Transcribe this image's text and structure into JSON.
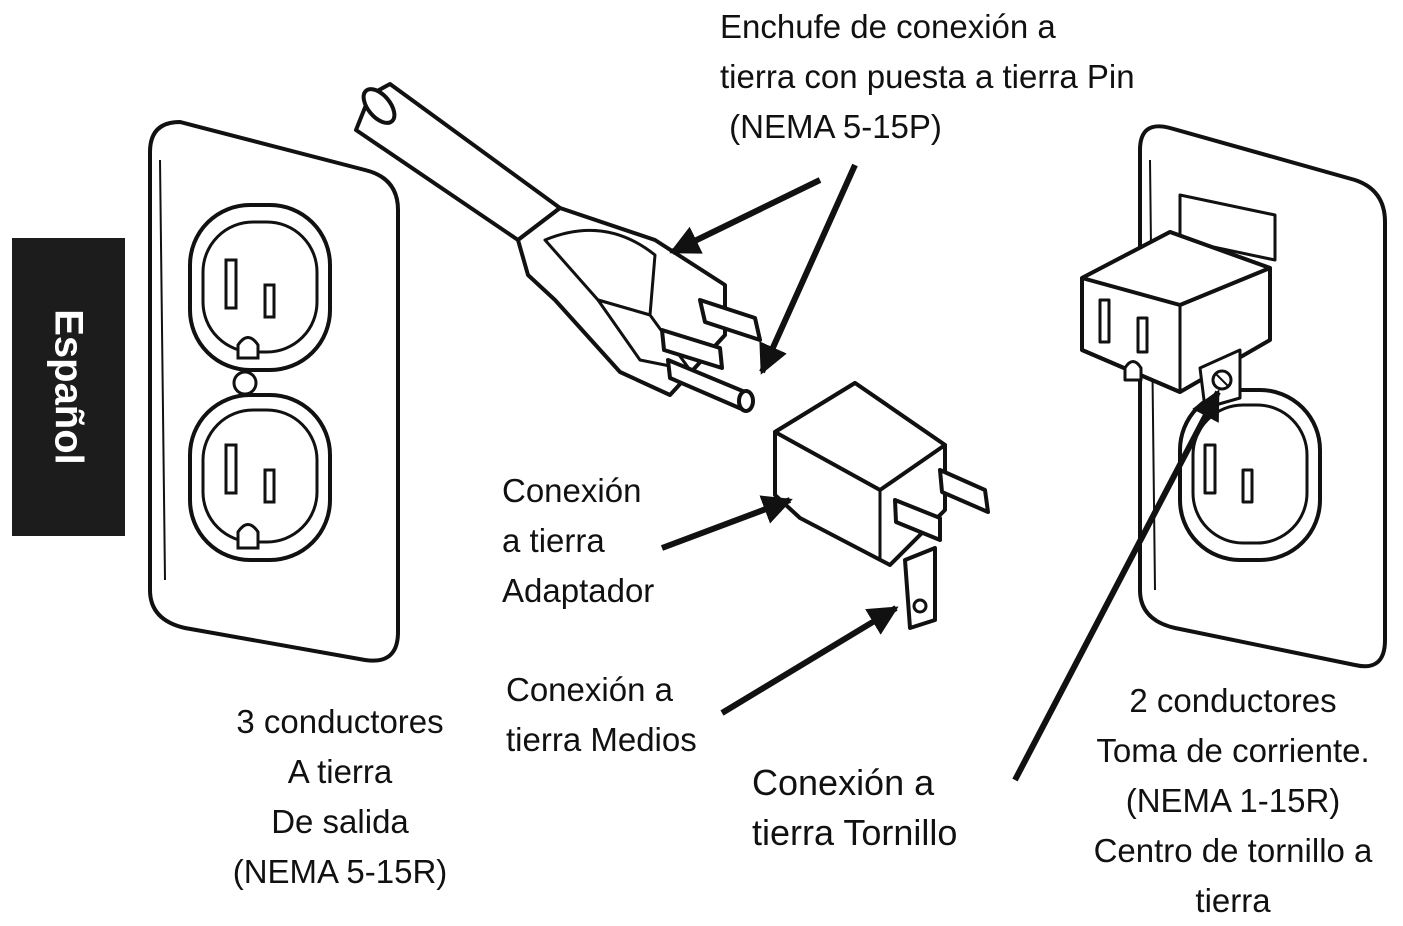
{
  "language_tab": "Español",
  "labels": {
    "grounding_plug": [
      "Enchufe de conexión a",
      "tierra con puesta a tierra Pin",
      " (NEMA 5-15P)"
    ],
    "grounding_adapter": [
      "Conexión",
      "a tierra",
      "Adaptador"
    ],
    "grounding_means": [
      "Conexión a",
      "tierra Medios"
    ],
    "grounding_screw": [
      "Conexión a",
      "tierra Tornillo"
    ],
    "three_wire_outlet": [
      "3 conductores",
      "A tierra",
      "De salida",
      "(NEMA 5-15R)"
    ],
    "two_wire_outlet": [
      "2 conductores",
      "Toma de corriente.",
      "(NEMA 1-15R)",
      "Centro de tornillo a",
      "tierra"
    ]
  },
  "colors": {
    "ink": "#111111",
    "tab_background": "#1c1c1c",
    "tab_text": "#ffffff",
    "fill": "#ffffff"
  }
}
